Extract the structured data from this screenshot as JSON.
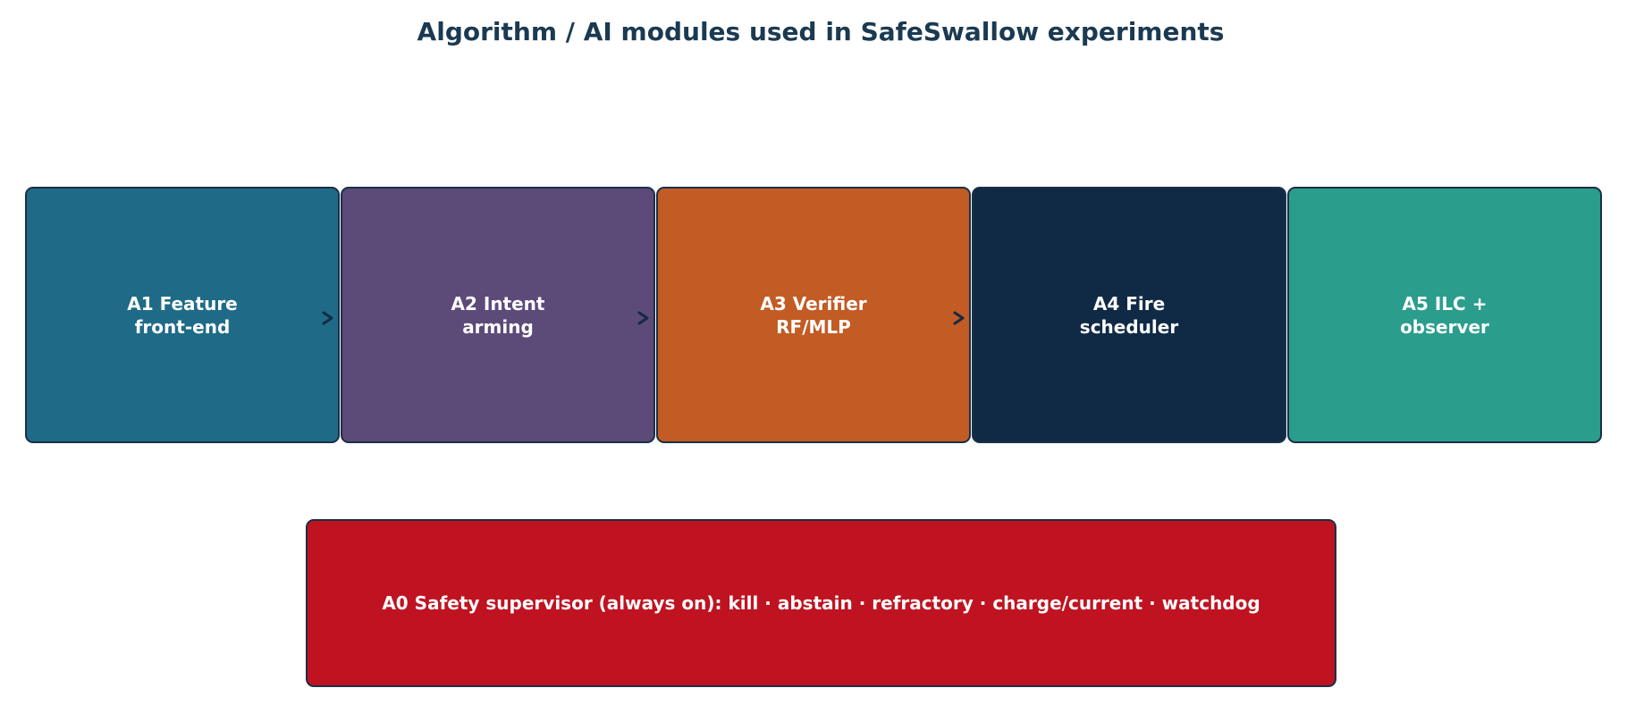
{
  "title": "Algorithm / AI modules used in SafeSwallow experiments",
  "colors": {
    "a1": "#1f6b87",
    "a2": "#5c4a79",
    "a3": "#c25b24",
    "a4": "#102a46",
    "a5": "#2a9d8c",
    "a0": "#bf1321",
    "border": "#1b2f48",
    "title": "#1b3a52",
    "arrow": "#152a44"
  },
  "modules": [
    {
      "id": "a1",
      "label": "A1 Feature\nfront-end"
    },
    {
      "id": "a2",
      "label": "A2 Intent\narming"
    },
    {
      "id": "a3",
      "label": "A3 Verifier\nRF/MLP"
    },
    {
      "id": "a4",
      "label": "A4 Fire\nscheduler"
    },
    {
      "id": "a5",
      "label": "A5 ILC +\nobserver"
    }
  ],
  "supervisor": {
    "label": "A0 Safety supervisor (always on): kill · abstain · refractory · charge/current · watchdog"
  }
}
